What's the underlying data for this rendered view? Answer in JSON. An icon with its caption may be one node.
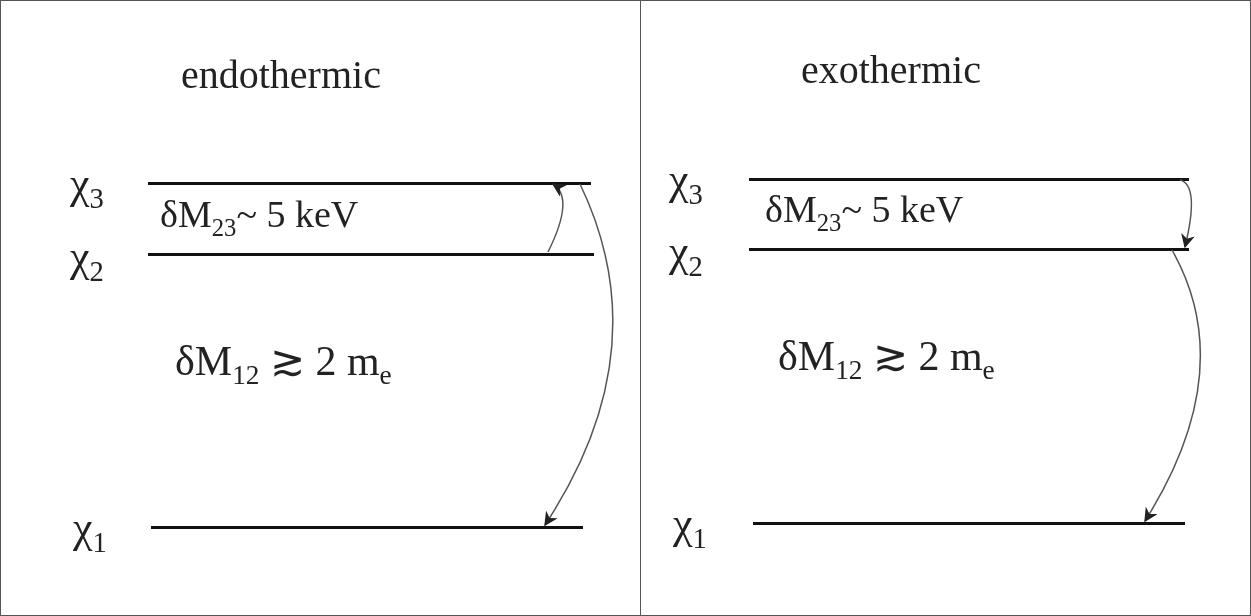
{
  "diagram": {
    "nodes": [
      {
        "text": [
          "endothermic"
        ]
      },
      {
        "text": [],
        "shape": "bar",
        "in": 0,
        "beside": [
          "χ$_{3}$"
        ]
      },
      {
        "text": [],
        "shape": "bar",
        "in": 0,
        "beside": [
          "χ$_{2}$"
        ]
      },
      {
        "text": [],
        "shape": "bar",
        "in": 0,
        "beside": [
          "χ$_{1}$"
        ]
      },
      {
        "text": [
          "exothermic"
        ]
      },
      {
        "text": [],
        "shape": "bar",
        "in": 4,
        "beside": [
          "χ$_{3}$"
        ]
      },
      {
        "text": [],
        "shape": "bar",
        "in": 4,
        "beside": [
          "χ$_{2}$"
        ]
      },
      {
        "text": [],
        "shape": "bar",
        "in": 4,
        "beside": [
          "χ$_{1}$"
        ]
      }
    ],
    "edges": [
      {
        "from": 2,
        "to": 1,
        "arrow": "to"
      },
      {
        "from": 1,
        "to": 3,
        "arrow": "to"
      },
      {
        "from": 5,
        "to": 6,
        "arrow": "to"
      },
      {
        "from": 6,
        "to": 7,
        "arrow": "to"
      }
    ],
    "labels": [
      "δM$_{23}$~ 5 keV",
      "δM$_{23}$~ 5 keV",
      "δM$_{12}$ ≳ 2 m$_{e}$",
      "δM$_{12}$ ≳ 2 m$_{e}$"
    ]
  }
}
